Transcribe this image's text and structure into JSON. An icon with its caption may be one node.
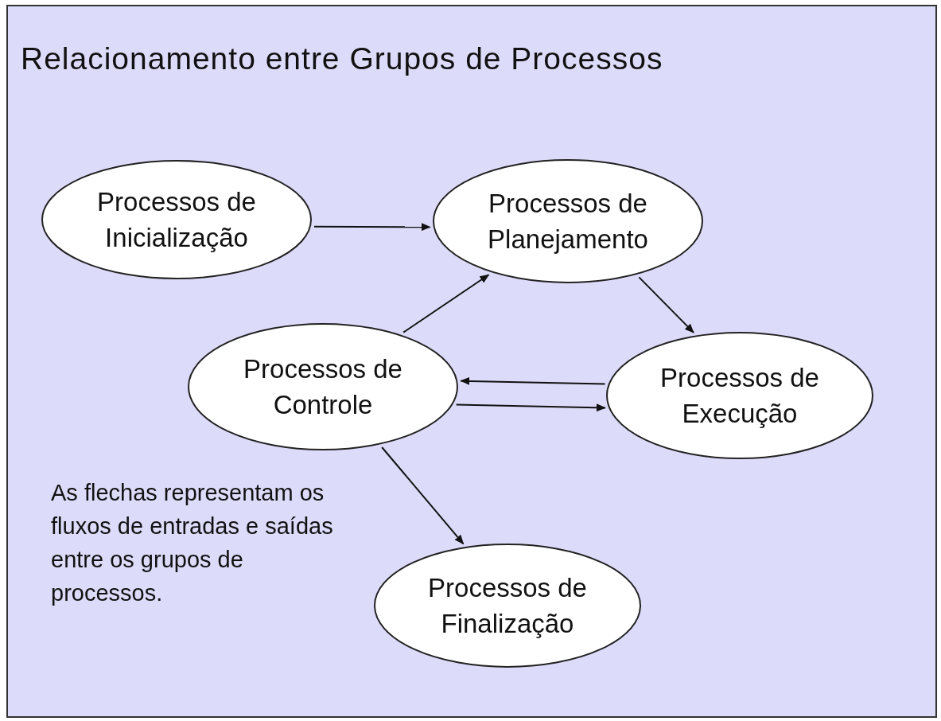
{
  "diagram": {
    "title": "Relacionamento entre Grupos de Processos",
    "nodes": [
      {
        "text": [
          "Processos de Inicialização"
        ]
      },
      {
        "text": [
          "Processos de Planejamento"
        ]
      },
      {
        "text": [
          "Processos de Controle"
        ]
      },
      {
        "text": [
          "Processos de Execução"
        ]
      },
      {
        "text": [
          "Processos de Finalização"
        ]
      }
    ],
    "edges": [
      {
        "from": 0,
        "to": 1,
        "arrow": "to"
      },
      {
        "from": 2,
        "to": 1,
        "arrow": "to"
      },
      {
        "from": 1,
        "to": 3,
        "arrow": "to"
      },
      {
        "from": 3,
        "to": 2,
        "arrow": "to"
      },
      {
        "from": 2,
        "to": 3,
        "arrow": "to"
      },
      {
        "from": 2,
        "to": 4,
        "arrow": "to"
      }
    ],
    "labels": [
      "As flechas representam os fluxos de entradas e saídas entre os grupos de processos."
    ]
  }
}
